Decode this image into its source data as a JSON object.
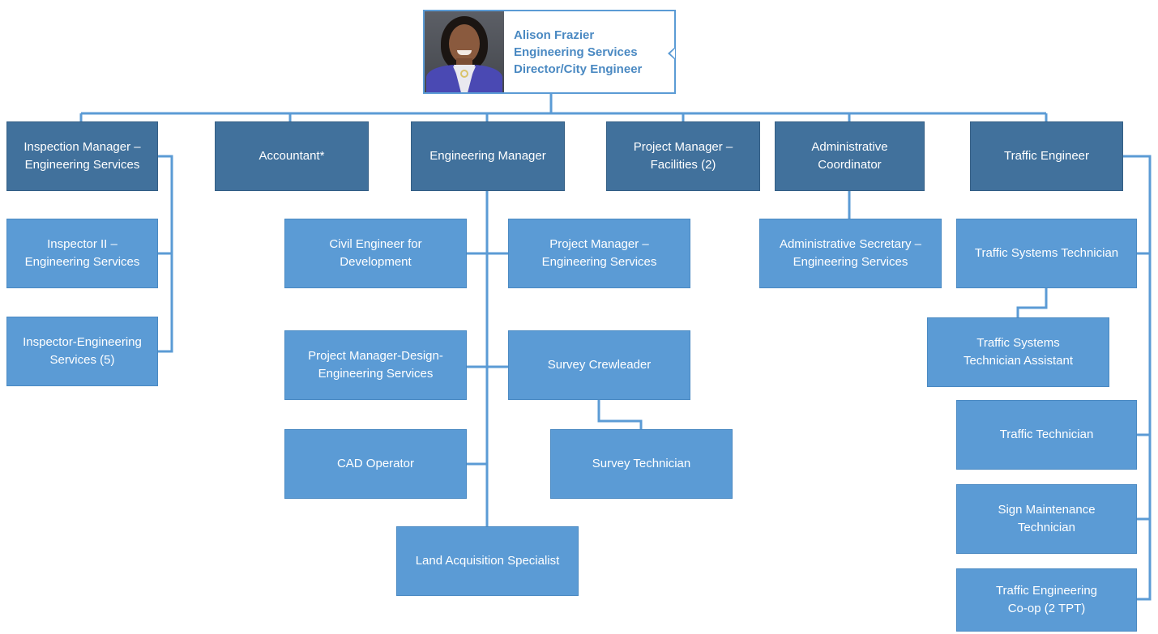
{
  "director": {
    "name": "Alison Frazier",
    "department": "Engineering Services",
    "title": "Director/City Engineer",
    "photo": "portrait-photo"
  },
  "managers": {
    "inspection_manager": "Inspection Manager –\nEngineering Services",
    "accountant": "Accountant*",
    "engineering_manager": "Engineering Manager",
    "project_manager_facilities": "Project Manager –\nFacilities (2)",
    "administrative_coordinator": "Administrative\nCoordinator",
    "traffic_engineer": "Traffic Engineer"
  },
  "inspection_staff": {
    "inspector_ii": "Inspector II –\nEngineering Services",
    "inspector_engineering": "Inspector-Engineering\nServices (5)"
  },
  "engineering_staff": {
    "civil_engineer": "Civil Engineer for\nDevelopment",
    "project_manager_es": "Project Manager –\nEngineering Services",
    "project_manager_design": "Project Manager-Design-\nEngineering Services",
    "survey_crewleader": "Survey Crewleader",
    "cad_operator": "CAD Operator",
    "survey_technician": "Survey Technician",
    "land_acquisition": "Land Acquisition Specialist"
  },
  "admin_staff": {
    "administrative_secretary": "Administrative Secretary –\nEngineering Services"
  },
  "traffic_staff": {
    "traffic_systems_technician": "Traffic Systems Technician",
    "traffic_systems_assistant": "Traffic Systems\nTechnician Assistant",
    "traffic_technician": "Traffic Technician",
    "sign_maintenance": "Sign Maintenance\nTechnician",
    "traffic_coop": "Traffic Engineering\nCo-op (2 TPT)"
  },
  "colors": {
    "manager_box": "#41719c",
    "staff_box": "#5b9bd5",
    "connector": "#5b9bd5",
    "director_text": "#4a89c2"
  }
}
